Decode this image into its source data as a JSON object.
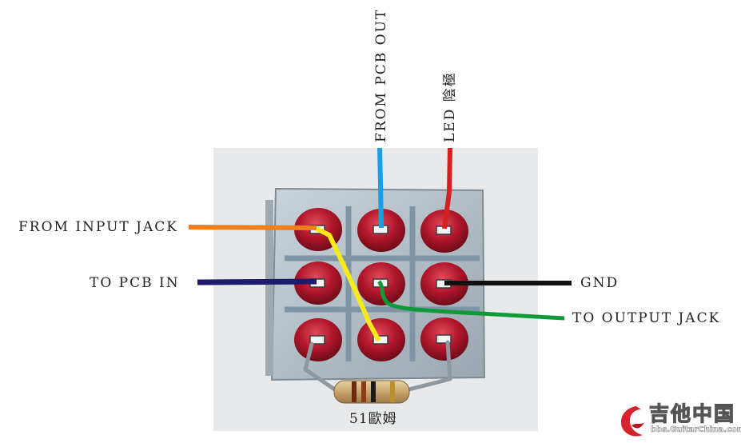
{
  "labels": {
    "from_input_jack": "FROM INPUT JACK",
    "to_pcb_in": "TO PCB IN",
    "from_pcb_out": "FROM PCB OUT",
    "led_cathode": "LED 陰極",
    "gnd": "GND",
    "to_output_jack": "TO OUTPUT JACK",
    "resistor": "51歐姆"
  },
  "logo": {
    "name": "吉他中国",
    "url": "bbs.GuitarChina.com"
  },
  "colors": {
    "from_input_jack": "#ef7f1a",
    "to_pcb_in": "#1e1a6e",
    "from_pcb_out": "#1a9ee8",
    "led_cathode": "#d42020",
    "gnd": "#111111",
    "to_output_jack": "#0f9a3a",
    "jumper": "#f7ea1a",
    "solder_pad": "#b0162b",
    "switch_body": "#b9c4cc",
    "photo_background": "#e7e9ea"
  },
  "icons": {
    "logo": "guitar-china-dragon-logo"
  }
}
